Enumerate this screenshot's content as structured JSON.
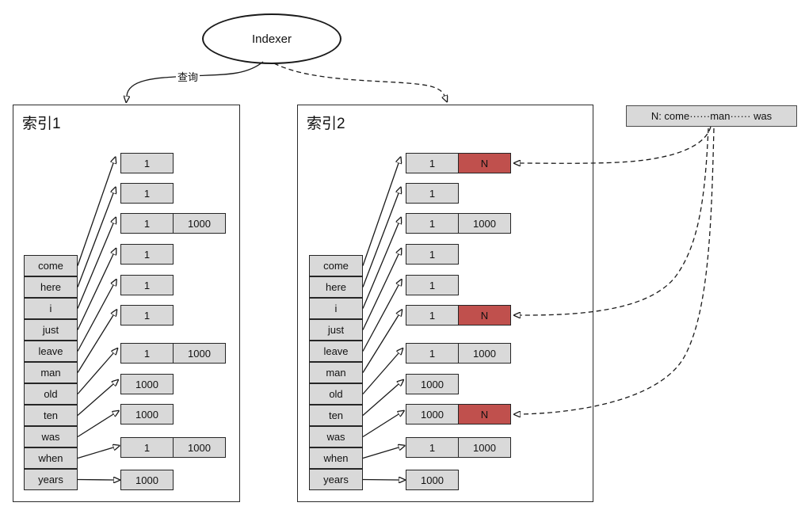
{
  "indexer_label": "Indexer",
  "query_label": "查询",
  "note_box": {
    "text": "N: come······man······ was"
  },
  "colors": {
    "cell_bg": "#D9D9D9",
    "highlight_bg": "#C0504D",
    "line": "#1a1a1a"
  },
  "index1": {
    "title": "索引1",
    "words": [
      "come",
      "here",
      "i",
      "just",
      "leave",
      "man",
      "old",
      "ten",
      "was",
      "when",
      "years"
    ],
    "postings": [
      [
        "1"
      ],
      [
        "1"
      ],
      [
        "1",
        "1000"
      ],
      [
        "1"
      ],
      [
        "1"
      ],
      [
        "1"
      ],
      [
        "1",
        "1000"
      ],
      [
        "1000"
      ],
      [
        "1000"
      ],
      [
        "1",
        "1000"
      ],
      [
        "1000"
      ]
    ]
  },
  "index2": {
    "title": "索引2",
    "words": [
      "come",
      "here",
      "i",
      "just",
      "leave",
      "man",
      "old",
      "ten",
      "was",
      "when",
      "years"
    ],
    "postings": [
      [
        "1",
        {
          "v": "N",
          "hl": true
        }
      ],
      [
        "1"
      ],
      [
        "1",
        "1000"
      ],
      [
        "1"
      ],
      [
        "1"
      ],
      [
        "1",
        {
          "v": "N",
          "hl": true
        }
      ],
      [
        "1",
        "1000"
      ],
      [
        "1000"
      ],
      [
        {
          "v": "1000"
        },
        {
          "v": "N",
          "hl": true
        }
      ],
      [
        "1",
        "1000"
      ],
      [
        "1000"
      ]
    ]
  }
}
